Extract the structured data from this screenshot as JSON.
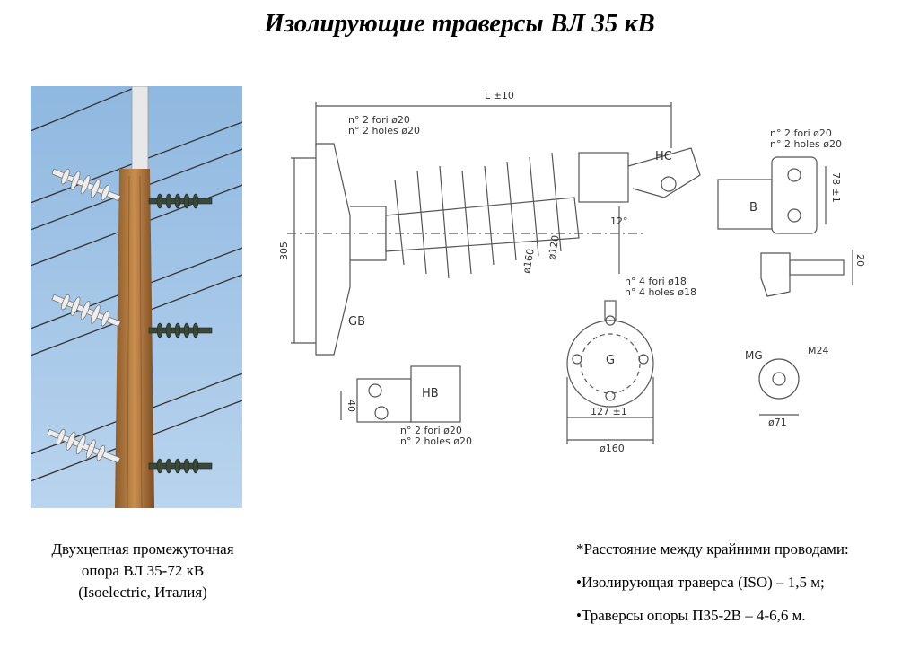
{
  "title": "Изолирующие траверсы ВЛ 35 кВ",
  "photo_caption": {
    "line1": "Двухцепная промежуточная",
    "line2": "опора ВЛ 35-72 кВ",
    "line3": "(Isoelectric, Италия)"
  },
  "notes": {
    "line1": "*Расстояние между крайними проводами:",
    "line2": "•Изолирующая траверса (ISO) – 1,5 м;",
    "line3": "•Траверсы опоры П35-2В – 4-6,6 м."
  },
  "drawing": {
    "dim_L": "L ±10",
    "hc": "HC",
    "gb": "GB",
    "dim_305": "305",
    "dim_12": "12°",
    "dim_d120": "ø120",
    "dim_d160": "ø160",
    "fori20_top_1": "n° 2 fori ø20",
    "fori20_top_2": "n° 2 holes ø20",
    "b": "B",
    "fori20_b_1": "n° 2 fori ø20",
    "fori20_b_2": "n° 2 holes ø20",
    "dim_78": "78 ±1",
    "dim_20": "20",
    "fori18_1": "n° 4 fori ø18",
    "fori18_2": "n° 4 holes ø18",
    "g": "G",
    "dim_127": "127 ±1",
    "dim_g160": "ø160",
    "hb": "HB",
    "dim_40": "40",
    "fori20_hb_1": "n° 2 fori ø20",
    "fori20_hb_2": "n° 2 holes ø20",
    "mg": "MG",
    "m24": "M24",
    "dim_71": "ø71"
  }
}
